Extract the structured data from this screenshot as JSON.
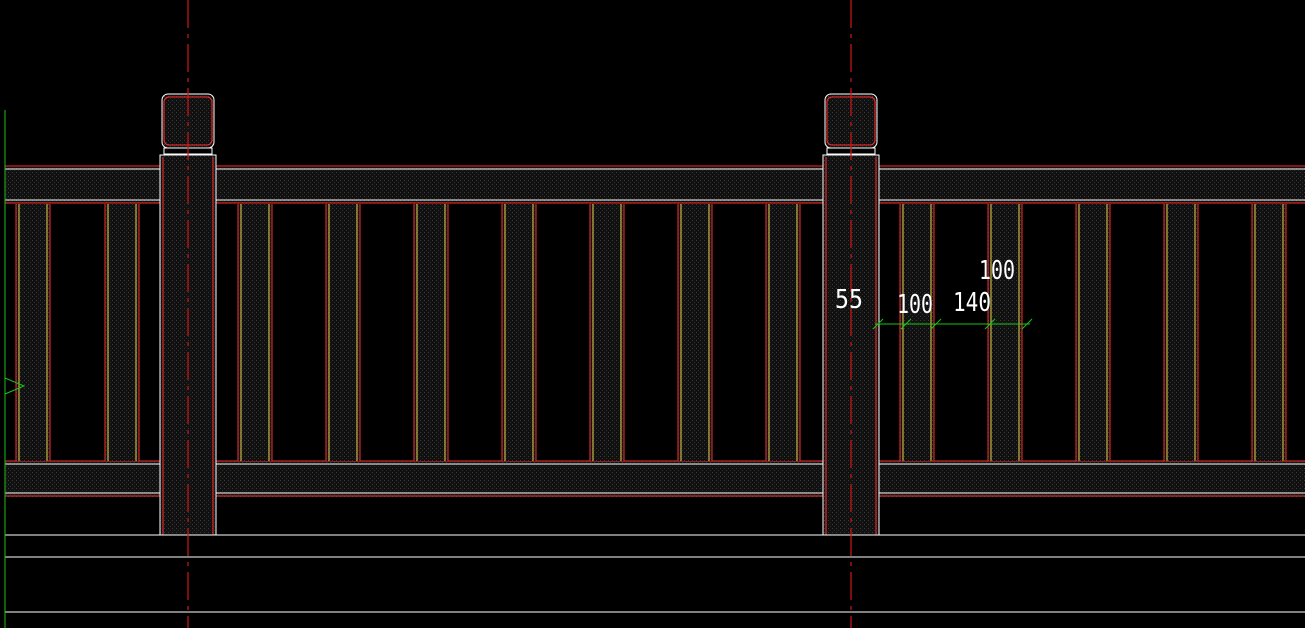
{
  "colors": {
    "background": "#000000",
    "outline": "#ffffff",
    "red_line": "#ff2a2a",
    "yellow_line": "#e8d84a",
    "centerline": "#d01818",
    "dimension": "#19c419",
    "hatch_fill": "#1a1a1a"
  },
  "dimensions": {
    "post_width": "55",
    "baluster_width": "100",
    "gap": "140",
    "baluster_width_upper": "100"
  }
}
